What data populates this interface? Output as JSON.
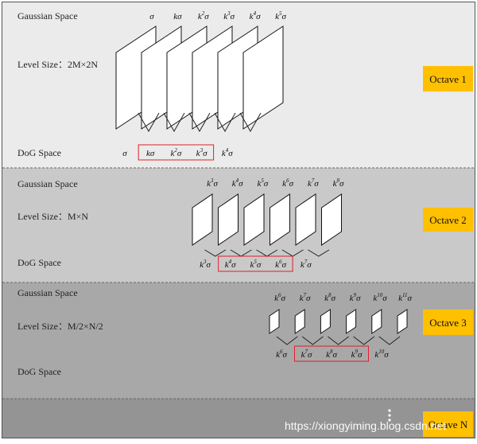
{
  "gaussian_label": "Gaussian Space",
  "dog_label": "DoG Space",
  "level_prefix": "Level Size：",
  "sigma_symbol": "σ",
  "k_symbol": "k",
  "octaves": [
    {
      "name": "Octave 1",
      "level_size": "2M×2N",
      "gauss_exps": [
        0,
        1,
        2,
        3,
        4,
        5
      ],
      "dog_exps": [
        0,
        1,
        2,
        3,
        4
      ],
      "highlight": [
        1,
        2,
        3
      ]
    },
    {
      "name": "Octave 2",
      "level_size": "M×N",
      "gauss_exps": [
        3,
        4,
        5,
        6,
        7,
        8
      ],
      "dog_exps": [
        3,
        4,
        5,
        6,
        7
      ],
      "highlight": [
        4,
        5,
        6
      ]
    },
    {
      "name": "Octave 3",
      "level_size": "M/2×N/2",
      "gauss_exps": [
        6,
        7,
        8,
        9,
        10,
        11
      ],
      "dog_exps": [
        6,
        7,
        8,
        9,
        10
      ],
      "highlight": [
        7,
        8,
        9
      ]
    },
    {
      "name": "Octave N",
      "level_size": "",
      "gauss_exps": [],
      "dog_exps": [],
      "highlight": []
    }
  ],
  "watermark": "https://xiongyiming.blog.csdn.net",
  "colors": {
    "band1": "#ebebeb",
    "band2": "#c9c9c9",
    "band3": "#a8a8a8",
    "band4": "#949494",
    "octave_label_bg": "#ffc000",
    "highlight_box": "#e0202a"
  }
}
